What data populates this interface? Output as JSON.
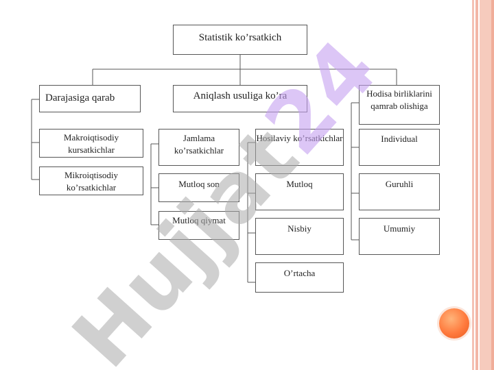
{
  "root": "Statistik ko’rsatkich",
  "categories": {
    "c1": "Darajasiga qarab",
    "c2": "Aniqlash usuliga ko’ra",
    "c3": "Hodisa birliklarini qamrab olishiga"
  },
  "items": {
    "makro": "Makroiqtisodiy kursatkichlar",
    "mikro": "Mikroiqtisodiy ko’rsatkichlar",
    "jamlama": "Jamlama ko’rsatkichlar",
    "mutloq_son": "Mutloq son",
    "mutloq_qiymat": "Mutloq qiymat",
    "hosilaviy": "Hosilaviy ko’rsatkichlar",
    "mutloq": "Mutloq",
    "nisbiy": "Nisbiy",
    "ortacha": "O’rtacha",
    "individual": "Individual",
    "guruhli": "Guruhli",
    "umumiy": "Umumiy"
  },
  "watermark": {
    "part1": "Hujjat",
    "part2": "24"
  }
}
